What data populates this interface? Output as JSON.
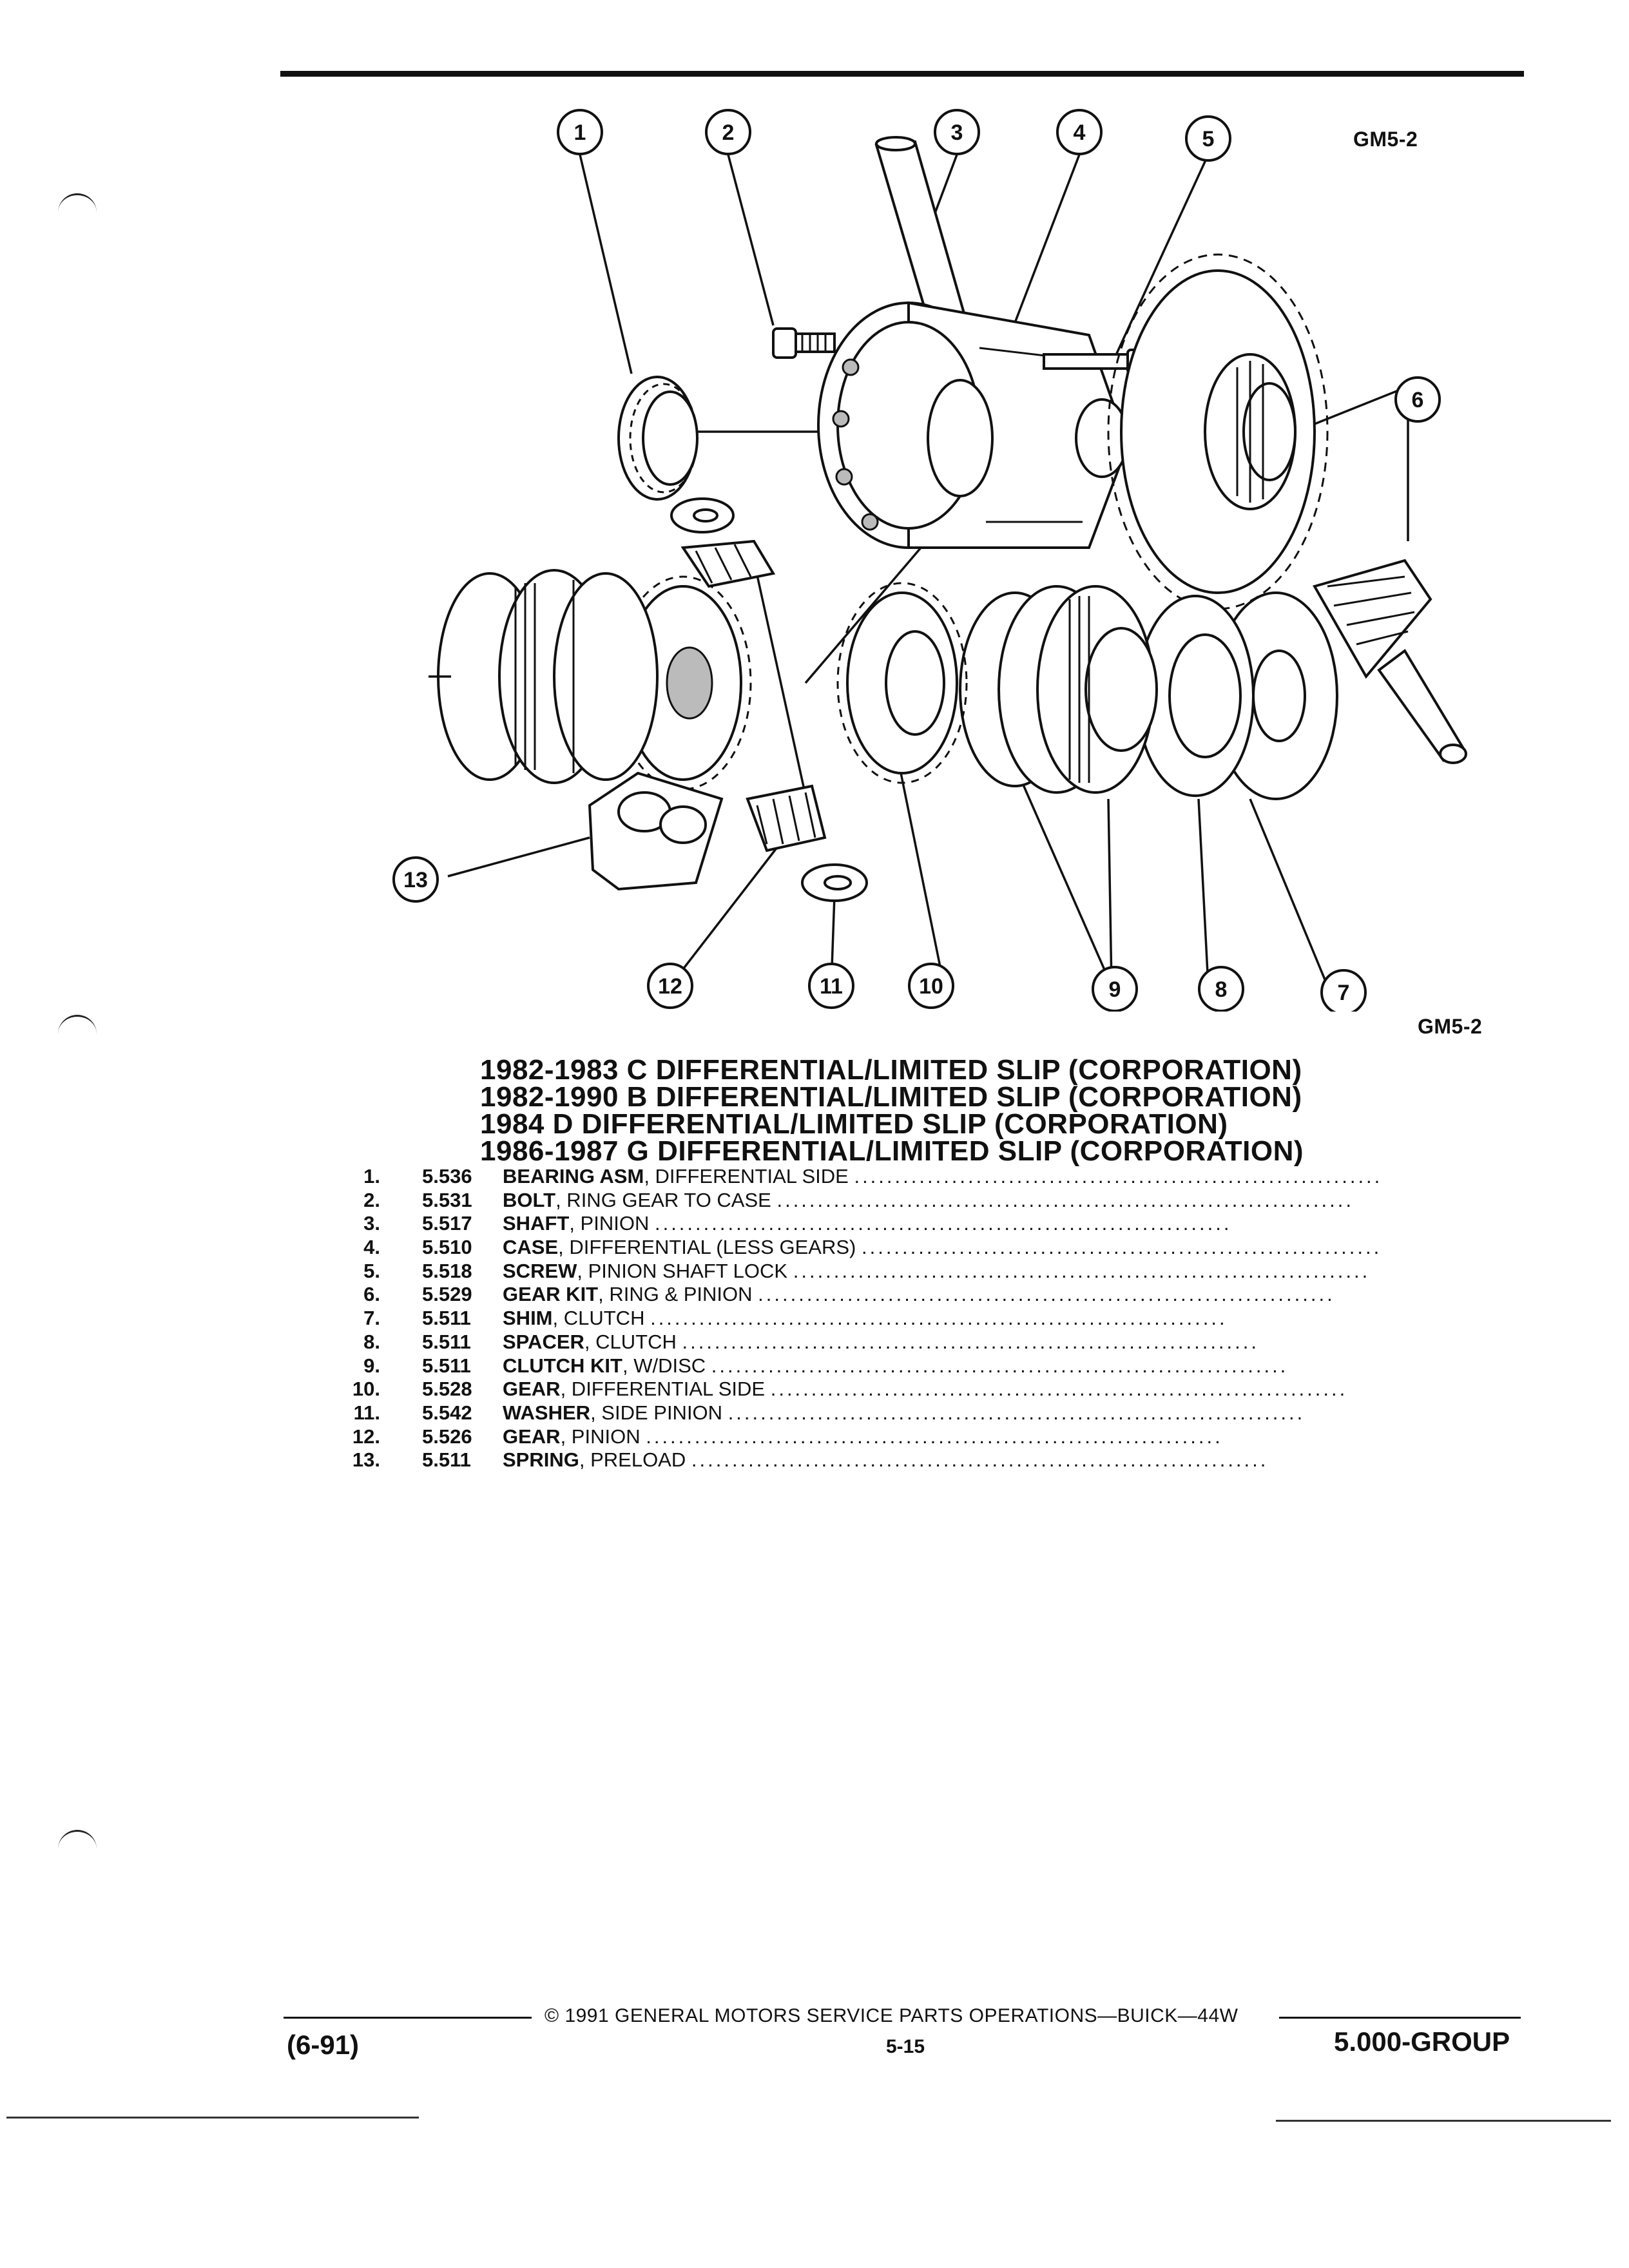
{
  "figure_code_top": "GM5-2",
  "figure_code_bottom": "GM5-2",
  "callouts": [
    {
      "n": "1"
    },
    {
      "n": "2"
    },
    {
      "n": "3"
    },
    {
      "n": "4"
    },
    {
      "n": "5"
    },
    {
      "n": "6"
    },
    {
      "n": "7"
    },
    {
      "n": "8"
    },
    {
      "n": "9"
    },
    {
      "n": "10"
    },
    {
      "n": "11"
    },
    {
      "n": "12"
    },
    {
      "n": "13"
    }
  ],
  "titles": [
    "1982-1983 C DIFFERENTIAL/LIMITED SLIP (CORPORATION)",
    "1982-1990 B DIFFERENTIAL/LIMITED SLIP (CORPORATION)",
    "1984 D DIFFERENTIAL/LIMITED SLIP (CORPORATION)",
    "1986-1987 G DIFFERENTIAL/LIMITED SLIP (CORPORATION)"
  ],
  "parts": [
    {
      "num": "1.",
      "section": "5.536",
      "name": "BEARING ASM",
      "desc": ", DIFFERENTIAL SIDE"
    },
    {
      "num": "2.",
      "section": "5.531",
      "name": "BOLT",
      "desc": ", RING GEAR TO CASE"
    },
    {
      "num": "3.",
      "section": "5.517",
      "name": "SHAFT",
      "desc": ", PINION"
    },
    {
      "num": "4.",
      "section": "5.510",
      "name": "CASE",
      "desc": ", DIFFERENTIAL (LESS GEARS)"
    },
    {
      "num": "5.",
      "section": "5.518",
      "name": "SCREW",
      "desc": ", PINION SHAFT LOCK"
    },
    {
      "num": "6.",
      "section": "5.529",
      "name": "GEAR KIT",
      "desc": ", RING & PINION"
    },
    {
      "num": "7.",
      "section": "5.511",
      "name": "SHIM",
      "desc": ", CLUTCH"
    },
    {
      "num": "8.",
      "section": "5.511",
      "name": "SPACER",
      "desc": ", CLUTCH"
    },
    {
      "num": "9.",
      "section": "5.511",
      "name": "CLUTCH KIT",
      "desc": ", W/DISC"
    },
    {
      "num": "10.",
      "section": "5.528",
      "name": "GEAR",
      "desc": ", DIFFERENTIAL SIDE"
    },
    {
      "num": "11.",
      "section": "5.542",
      "name": "WASHER",
      "desc": ", SIDE PINION"
    },
    {
      "num": "12.",
      "section": "5.526",
      "name": "GEAR",
      "desc": ", PINION"
    },
    {
      "num": "13.",
      "section": "5.511",
      "name": "SPRING",
      "desc": ", PRELOAD"
    }
  ],
  "footer": {
    "copyright": "© 1991 GENERAL MOTORS SERVICE PARTS OPERATIONS—BUICK—44W",
    "date_code": "(6-91)",
    "page": "5-15",
    "group": "5.000-GROUP"
  }
}
